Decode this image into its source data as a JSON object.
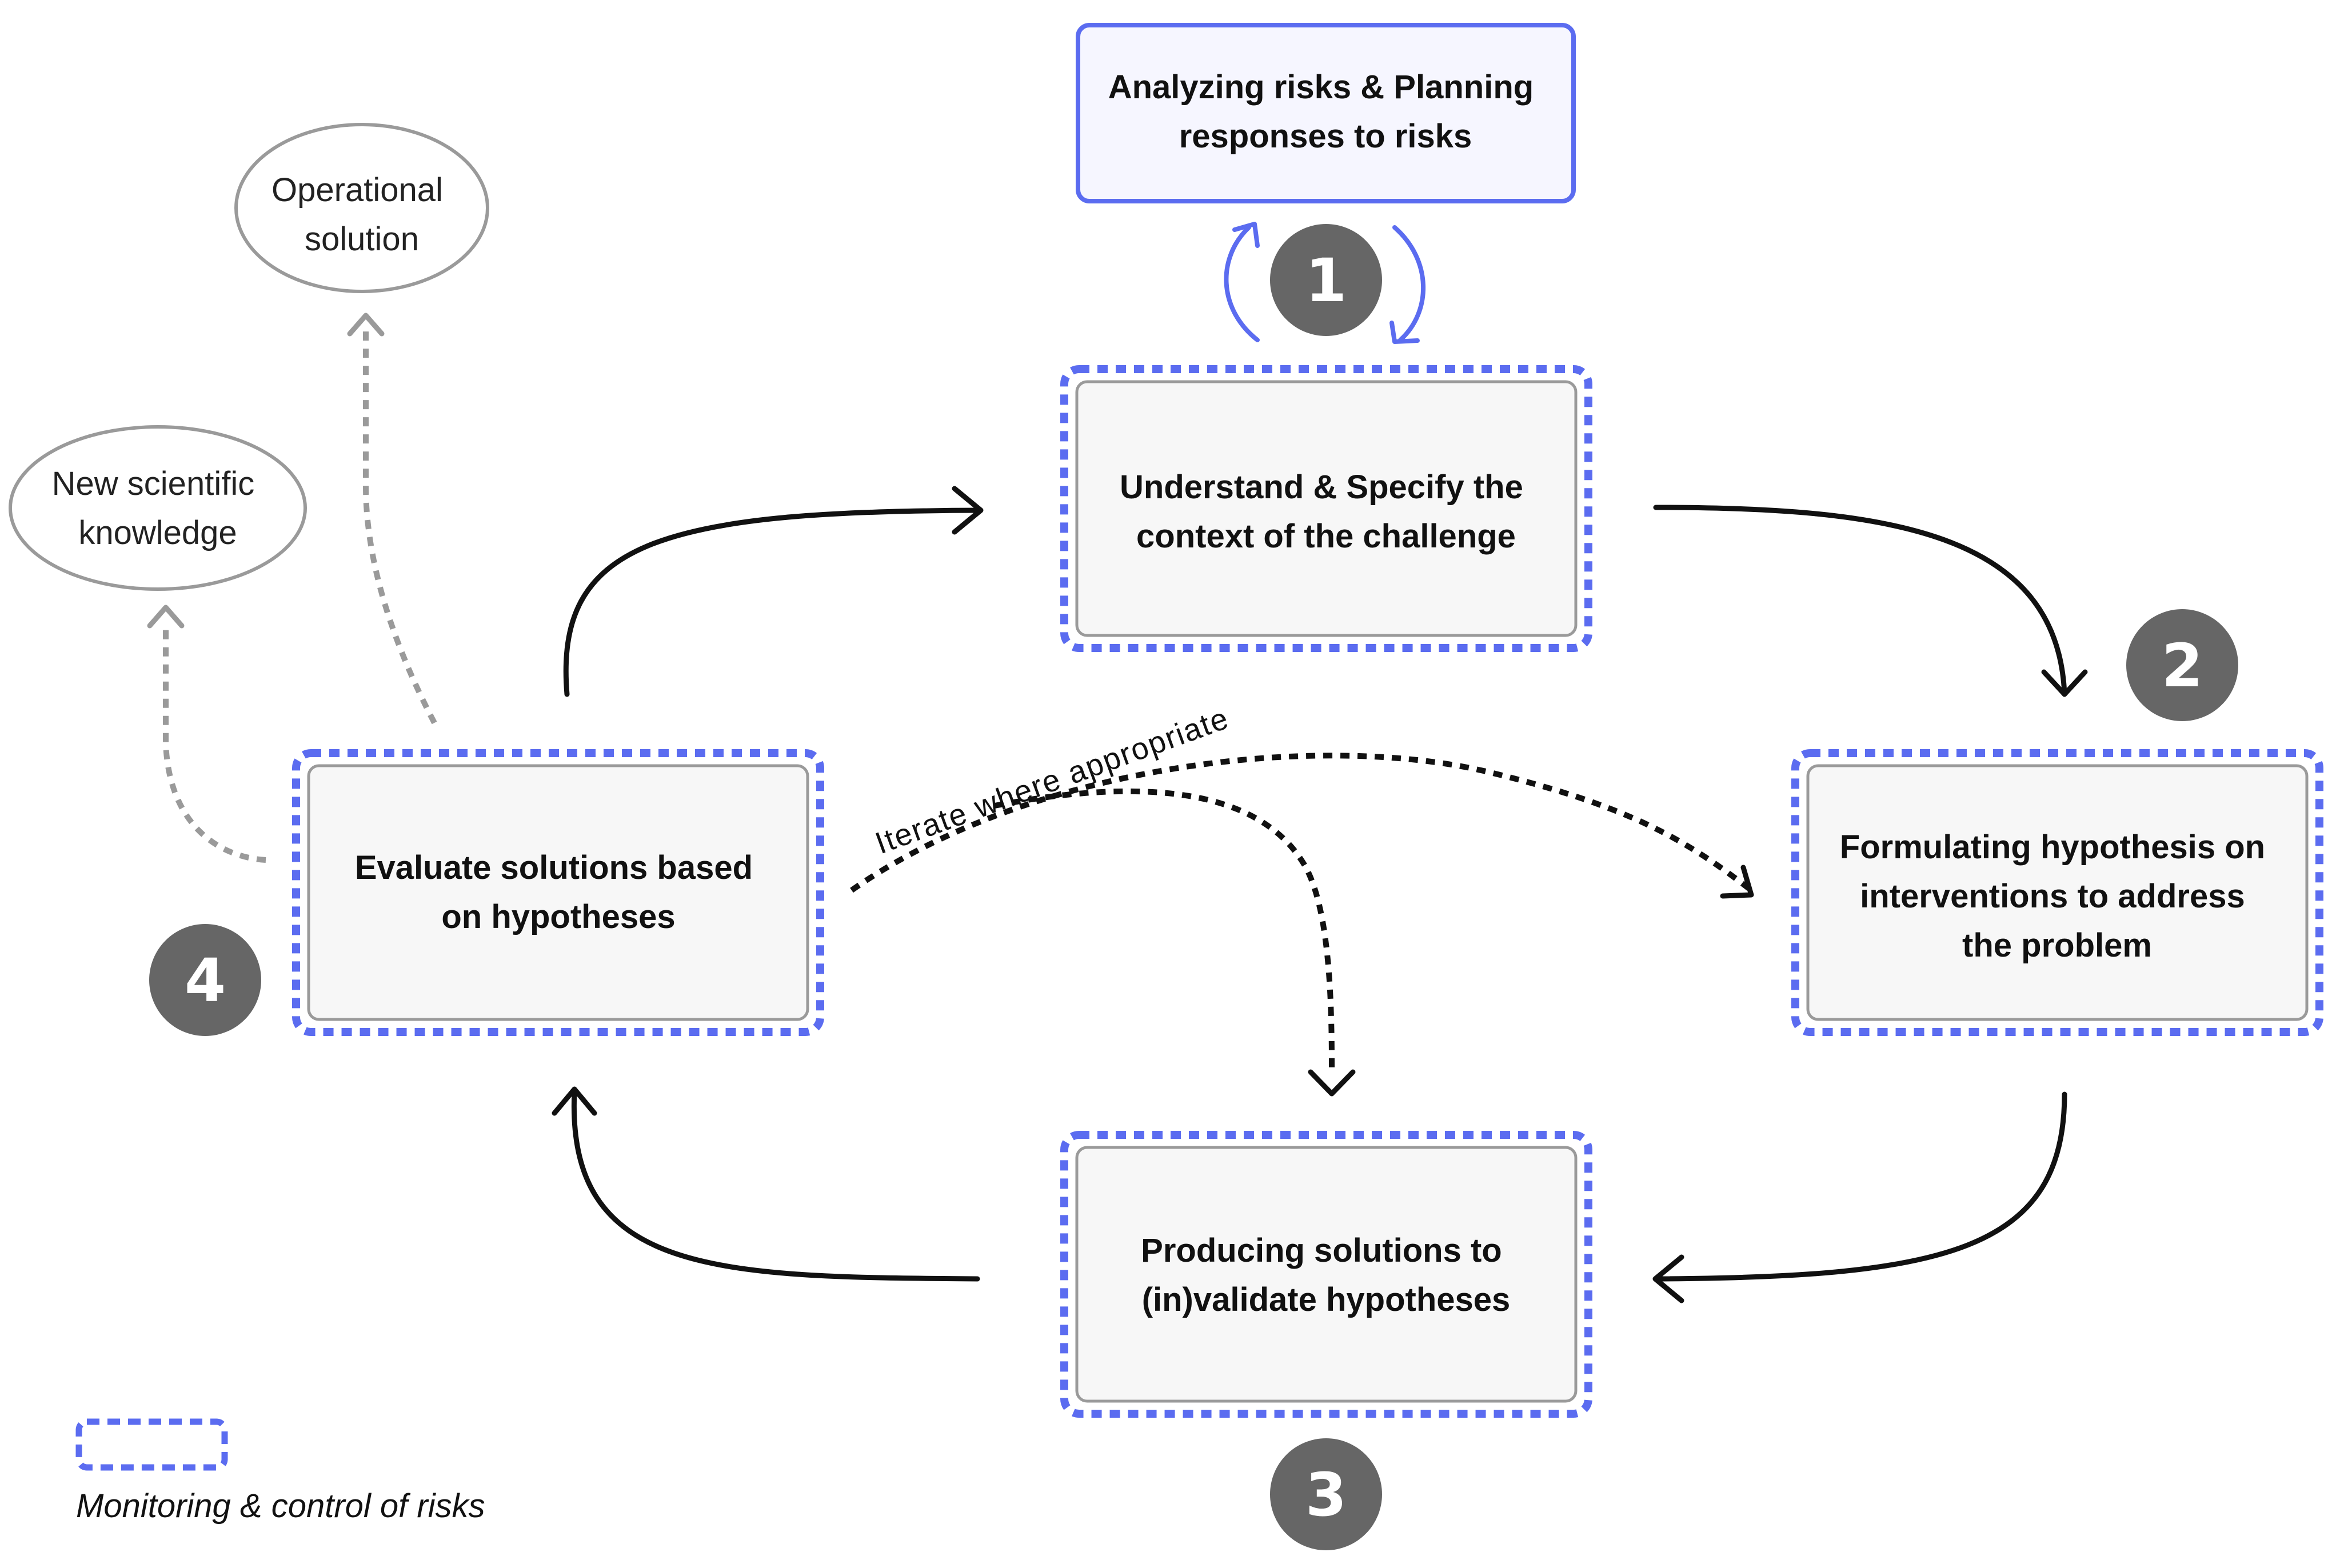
{
  "nodes": {
    "risks_planning": {
      "lines": [
        "Analyzing risks & Planning",
        "responses to risks"
      ]
    },
    "understand": {
      "lines": [
        "Understand & Specify the",
        "context of the challenge"
      ]
    },
    "formulating": {
      "lines": [
        "Formulating hypothesis on",
        "interventions to address",
        "the problem"
      ]
    },
    "producing": {
      "lines": [
        "Producing solutions to",
        "(in)validate hypotheses"
      ]
    },
    "evaluate": {
      "lines": [
        "Evaluate solutions based",
        "on hypotheses"
      ]
    }
  },
  "outcomes": {
    "operational": {
      "lines": [
        "Operational",
        "solution"
      ]
    },
    "scientific": {
      "lines": [
        "New scientific",
        "knowledge"
      ]
    }
  },
  "badges": {
    "b1": "1",
    "b2": "2",
    "b3": "3",
    "b4": "4"
  },
  "iterate_label": "Iterate where appropriate",
  "legend_label": "Monitoring & control of risks",
  "colors": {
    "accent_blue": "#5b6cf0",
    "badge_gray": "#666666",
    "box_border": "#9a9a9a",
    "box_fill": "#f7f7f7",
    "dashed_gray": "#9a9a9a"
  }
}
